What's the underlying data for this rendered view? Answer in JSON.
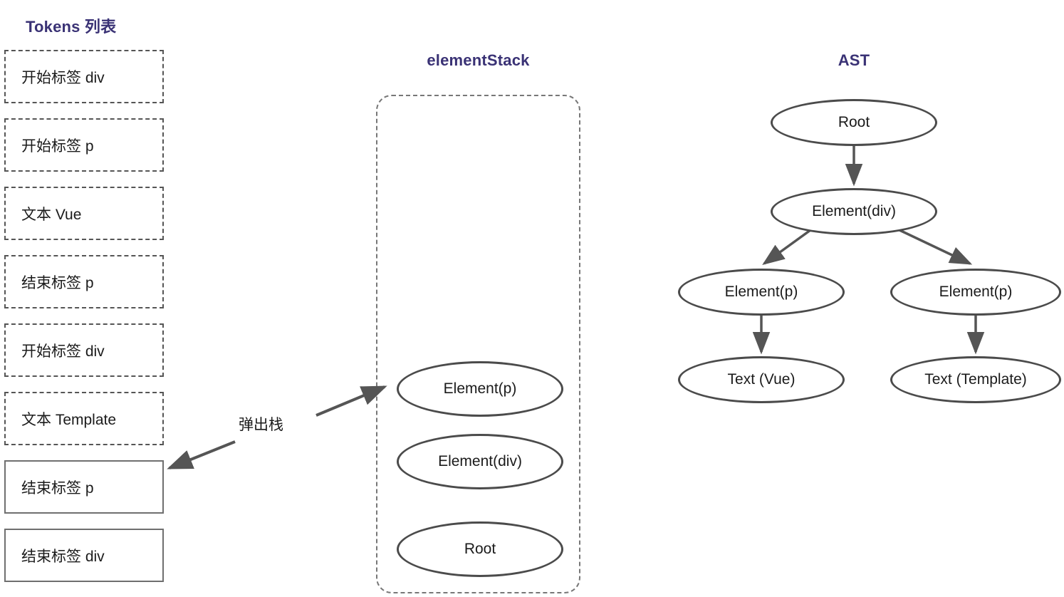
{
  "diagram": {
    "title_color": "#3a3275",
    "node_stroke_color": "#4b4b4b",
    "arrow_color": "#555555",
    "background": "#ffffff"
  },
  "tokens": {
    "title": "Tokens 列表",
    "items": [
      {
        "label": "开始标签 div",
        "style": "dashed"
      },
      {
        "label": "开始标签 p",
        "style": "dashed"
      },
      {
        "label": "文本 Vue",
        "style": "dashed"
      },
      {
        "label": "结束标签 p",
        "style": "dashed"
      },
      {
        "label": "开始标签 div",
        "style": "dashed"
      },
      {
        "label": "文本 Template",
        "style": "dashed"
      },
      {
        "label": "结束标签 p",
        "style": "solid"
      },
      {
        "label": "结束标签 div",
        "style": "solid"
      }
    ]
  },
  "element_stack": {
    "title": "elementStack",
    "nodes": [
      {
        "label": "Element(p)"
      },
      {
        "label": "Element(div)"
      },
      {
        "label": "Root"
      }
    ]
  },
  "annotation": {
    "pop_label": "弹出栈"
  },
  "ast": {
    "title": "AST",
    "nodes": [
      {
        "id": "root",
        "label": "Root"
      },
      {
        "id": "el-div",
        "label": "Element(div)"
      },
      {
        "id": "el-p-left",
        "label": "Element(p)"
      },
      {
        "id": "el-p-right",
        "label": "Element(p)"
      },
      {
        "id": "text-vue",
        "label": "Text (Vue)"
      },
      {
        "id": "text-tpl",
        "label": "Text (Template)"
      }
    ],
    "edges": [
      {
        "from": "root",
        "to": "el-div"
      },
      {
        "from": "el-div",
        "to": "el-p-left"
      },
      {
        "from": "el-div",
        "to": "el-p-right"
      },
      {
        "from": "el-p-left",
        "to": "text-vue"
      },
      {
        "from": "el-p-right",
        "to": "text-tpl"
      }
    ]
  }
}
